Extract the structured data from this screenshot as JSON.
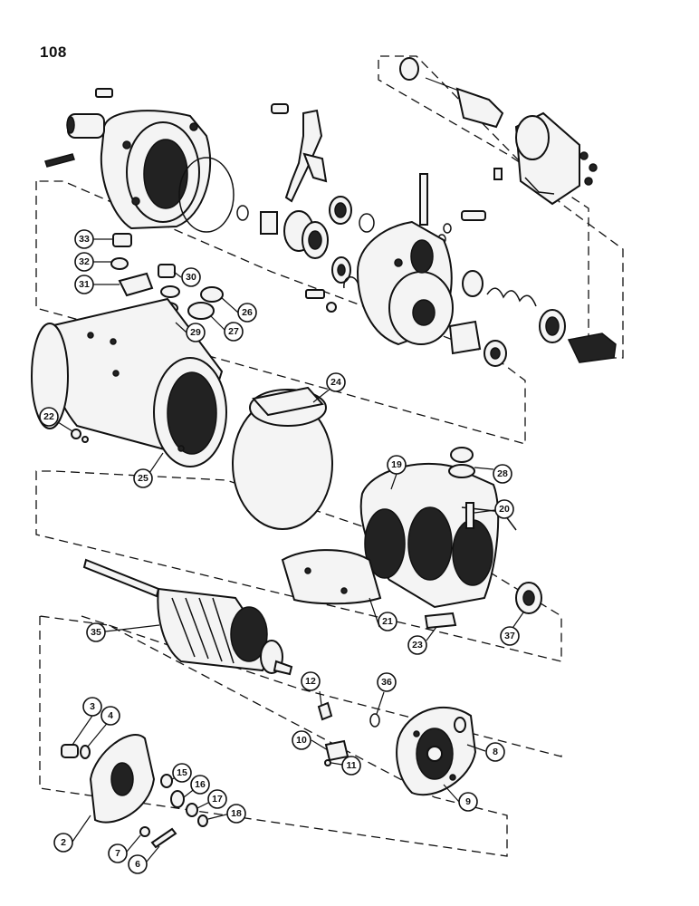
{
  "page": {
    "number": "108"
  },
  "callouts": [
    {
      "id": "33",
      "label": "33"
    },
    {
      "id": "32",
      "label": "32"
    },
    {
      "id": "31",
      "label": "31"
    },
    {
      "id": "30",
      "label": "30"
    },
    {
      "id": "26",
      "label": "26"
    },
    {
      "id": "29",
      "label": "29"
    },
    {
      "id": "27",
      "label": "27"
    },
    {
      "id": "22",
      "label": "22"
    },
    {
      "id": "25",
      "label": "25"
    },
    {
      "id": "24",
      "label": "24"
    },
    {
      "id": "19",
      "label": "19"
    },
    {
      "id": "28",
      "label": "28"
    },
    {
      "id": "20",
      "label": "20"
    },
    {
      "id": "35",
      "label": "35"
    },
    {
      "id": "21",
      "label": "21"
    },
    {
      "id": "23",
      "label": "23"
    },
    {
      "id": "37",
      "label": "37"
    },
    {
      "id": "12",
      "label": "12"
    },
    {
      "id": "36",
      "label": "36"
    },
    {
      "id": "3",
      "label": "3"
    },
    {
      "id": "4",
      "label": "4"
    },
    {
      "id": "10",
      "label": "10"
    },
    {
      "id": "11",
      "label": "11"
    },
    {
      "id": "8",
      "label": "8"
    },
    {
      "id": "15",
      "label": "15"
    },
    {
      "id": "16",
      "label": "16"
    },
    {
      "id": "17",
      "label": "17"
    },
    {
      "id": "18",
      "label": "18"
    },
    {
      "id": "9",
      "label": "9"
    },
    {
      "id": "2",
      "label": "2"
    },
    {
      "id": "7",
      "label": "7"
    },
    {
      "id": "6",
      "label": "6"
    }
  ]
}
